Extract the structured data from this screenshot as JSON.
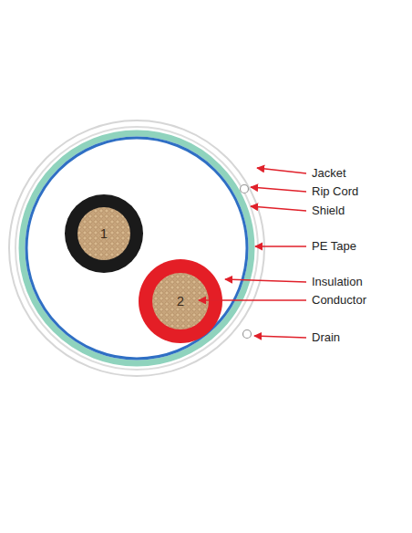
{
  "diagram": {
    "nodes": [
      {
        "text": [
          "1"
        ]
      },
      {
        "text": [
          "2"
        ]
      }
    ],
    "labels": [
      "Jacket",
      "Rip Cord",
      "Shield",
      "PE Tape",
      "Insulation",
      "Conductor",
      "Drain"
    ]
  }
}
